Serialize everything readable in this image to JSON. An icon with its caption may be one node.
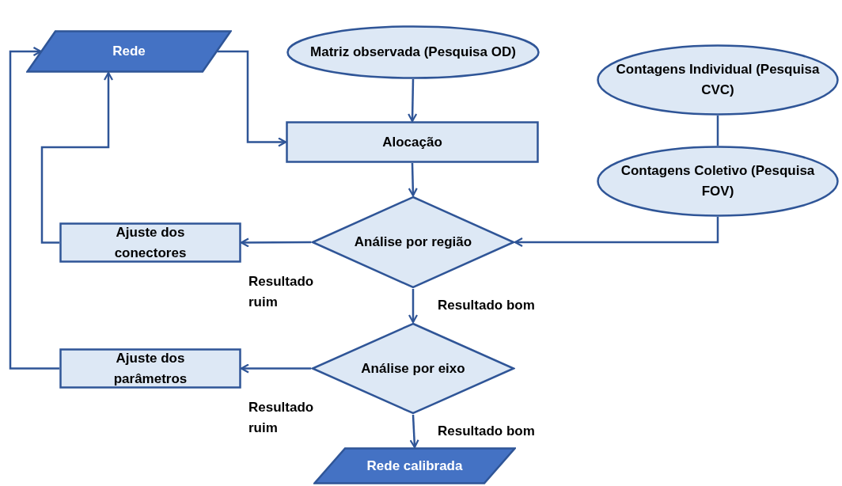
{
  "diagram": {
    "nodes": [
      {
        "text": [
          "Rede"
        ]
      },
      {
        "text": [
          "Matriz observada (Pesquisa OD)"
        ]
      },
      {
        "text": [
          "Contagens Individual (Pesquisa CVC)"
        ]
      },
      {
        "text": [
          "Alocação"
        ]
      },
      {
        "text": [
          "Contagens Coletivo (Pesquisa FOV)"
        ]
      },
      {
        "text": [
          "Análise por região"
        ]
      },
      {
        "text": [
          "Ajuste dos conectores"
        ]
      },
      {
        "text": [
          "Análise por eixo"
        ]
      },
      {
        "text": [
          "Ajuste dos parâmetros"
        ]
      },
      {
        "text": [
          "Rede calibrada"
        ]
      }
    ],
    "edges": [
      {
        "from": 0,
        "to": 3,
        "arrow": "to"
      },
      {
        "from": 1,
        "to": 3,
        "arrow": "to"
      },
      {
        "from": 3,
        "to": 5,
        "arrow": "to"
      },
      {
        "from": 2,
        "to": 4,
        "arrow": "none"
      },
      {
        "from": 4,
        "to": 5,
        "arrow": "to"
      },
      {
        "from": 5,
        "to": 6,
        "arrow": "to",
        "label": "Resultado ruim"
      },
      {
        "from": 6,
        "to": 0,
        "arrow": "to"
      },
      {
        "from": 5,
        "to": 7,
        "arrow": "to",
        "label": "Resultado bom"
      },
      {
        "from": 7,
        "to": 8,
        "arrow": "to",
        "label": "Resultado ruim"
      },
      {
        "from": 8,
        "to": 0,
        "arrow": "to"
      },
      {
        "from": 7,
        "to": 9,
        "arrow": "to",
        "label": "Resultado bom"
      }
    ]
  }
}
